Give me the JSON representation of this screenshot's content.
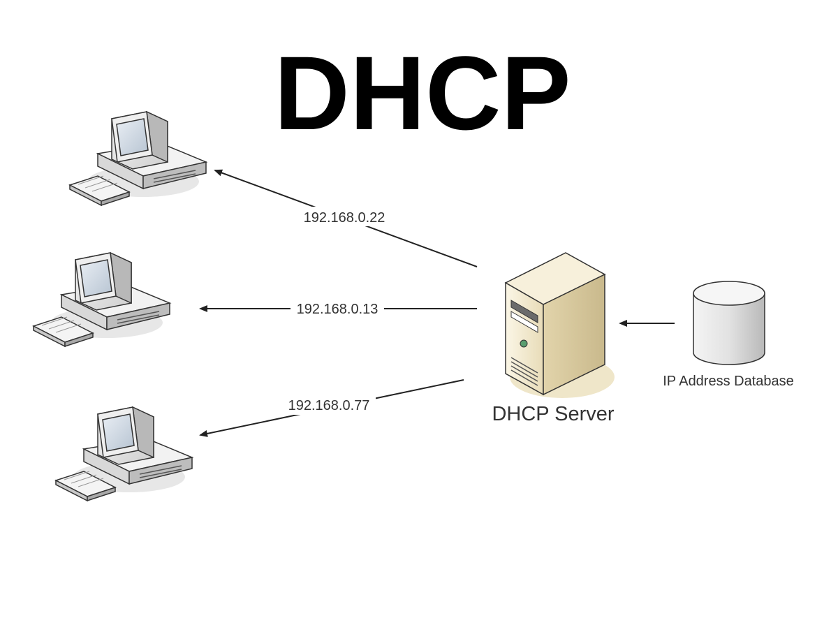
{
  "title": "DHCP",
  "server": {
    "label": "DHCP Server",
    "icon": "server-tower-icon"
  },
  "database": {
    "label": "IP Address Database",
    "icon": "database-cylinder-icon"
  },
  "clients": [
    {
      "ip": "192.168.0.22",
      "icon": "desktop-computer-icon"
    },
    {
      "ip": "192.168.0.13",
      "icon": "desktop-computer-icon"
    },
    {
      "ip": "192.168.0.77",
      "icon": "desktop-computer-icon"
    }
  ],
  "colors": {
    "server_body": "#f3ead2",
    "server_shadow": "#d9cba3",
    "database_body": "#e8e8e8",
    "computer_body": "#e6e6e6",
    "screen": "#cfd8e3",
    "line": "#222222"
  }
}
